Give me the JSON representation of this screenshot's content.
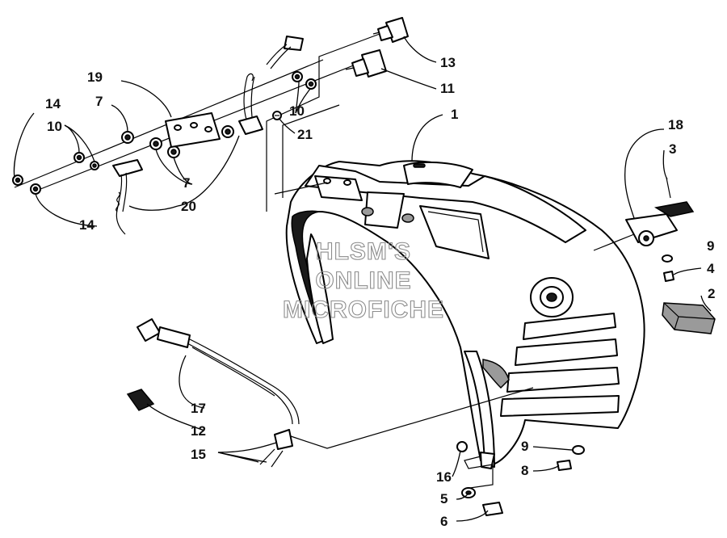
{
  "callouts": [
    {
      "id": "c1",
      "text": "1"
    },
    {
      "id": "c2",
      "text": "2"
    },
    {
      "id": "c3",
      "text": "3"
    },
    {
      "id": "c4",
      "text": "4"
    },
    {
      "id": "c5",
      "text": "5"
    },
    {
      "id": "c6",
      "text": "6"
    },
    {
      "id": "c7a",
      "text": "7"
    },
    {
      "id": "c7b",
      "text": "7"
    },
    {
      "id": "c8",
      "text": "8"
    },
    {
      "id": "c9a",
      "text": "9"
    },
    {
      "id": "c9b",
      "text": "9"
    },
    {
      "id": "c10a",
      "text": "10"
    },
    {
      "id": "c10b",
      "text": "10"
    },
    {
      "id": "c11",
      "text": "11"
    },
    {
      "id": "c12",
      "text": "12"
    },
    {
      "id": "c13",
      "text": "13"
    },
    {
      "id": "c14a",
      "text": "14"
    },
    {
      "id": "c14b",
      "text": "14"
    },
    {
      "id": "c15",
      "text": "15"
    },
    {
      "id": "c16",
      "text": "16"
    },
    {
      "id": "c17",
      "text": "17"
    },
    {
      "id": "c18",
      "text": "18"
    },
    {
      "id": "c19",
      "text": "19"
    },
    {
      "id": "c20",
      "text": "20"
    },
    {
      "id": "c21",
      "text": "21"
    }
  ],
  "watermark": {
    "line1": "HLSM'S",
    "line2": "ONLINE",
    "line3": "MICROFICHE"
  }
}
